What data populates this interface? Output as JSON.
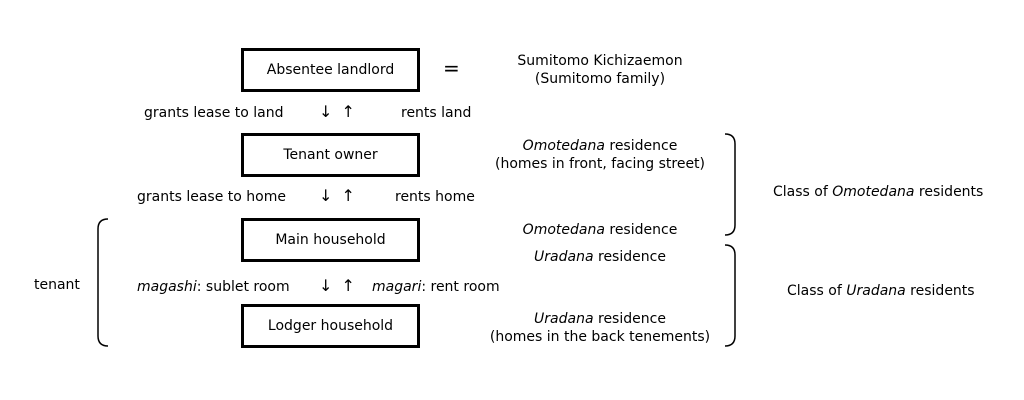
{
  "hierarchy": {
    "landlord": "Absentee landlord",
    "tenant_owner": "Tenant owner",
    "main_household": "Main household",
    "lodger_household": "Lodger household"
  },
  "relations": {
    "level1": {
      "left": "grants lease to land",
      "arrows": "↓ ↑",
      "right": "rents land"
    },
    "level2": {
      "left": "grants lease to home",
      "arrows": "↓ ↑",
      "right": "rents home"
    },
    "level3": {
      "left_term": "magashi",
      "left_rest": ": sublet room",
      "arrows": "↓ ↑",
      "right_term": "magari",
      "right_rest": ": rent room"
    }
  },
  "equals_sign": "=",
  "landlord_identity": {
    "line1": "Sumitomo Kichizaemon",
    "line2": "(Sumitomo family)"
  },
  "residences": {
    "tenant_owner": {
      "term": "Omotedana",
      "rest": " residence",
      "line2": "(homes in front, facing street)"
    },
    "main_household_omotedana": {
      "term": "Omotedana",
      "rest": " residence"
    },
    "main_household_uradana": {
      "term": "Uradana",
      "rest": " residence"
    },
    "lodger_household": {
      "term": "Uradana",
      "rest": " residence",
      "line2": "(homes in the back tenements)"
    }
  },
  "classes": {
    "omotedana": {
      "prefix": "Class of ",
      "term": "Omotedana",
      "suffix": " residents"
    },
    "uradana": {
      "prefix": "Class of ",
      "term": "Uradana",
      "suffix": " residents"
    }
  },
  "tenant_label": "tenant"
}
